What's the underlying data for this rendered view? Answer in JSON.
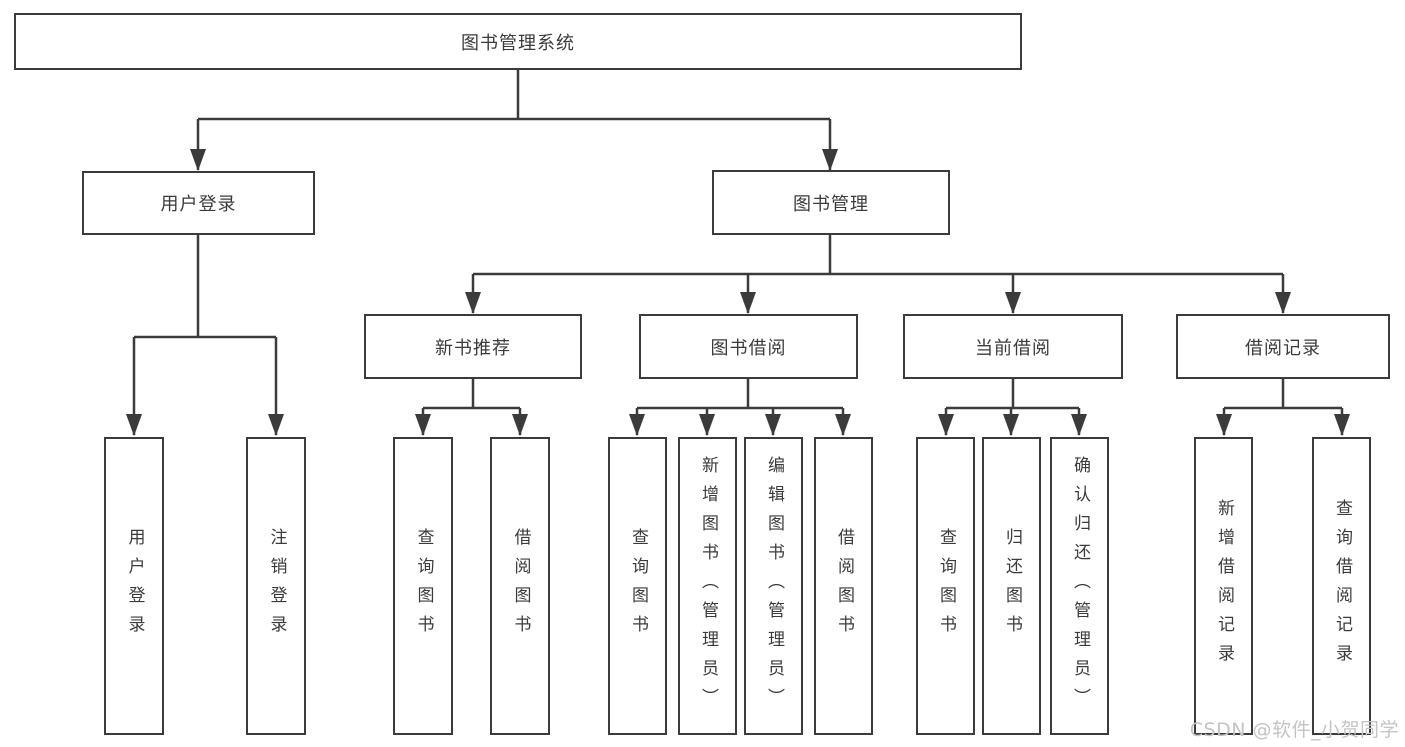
{
  "diagram": {
    "title": "图书管理系统",
    "colors": {
      "line": "#3b3b3b",
      "text": "#3b3b3b",
      "watermark": "#c4c4c4",
      "background": "#ffffff"
    },
    "tree": {
      "label": "图书管理系统",
      "children": [
        {
          "label": "用户登录",
          "children": [
            {
              "label": "用户登录"
            },
            {
              "label": "注销登录"
            }
          ]
        },
        {
          "label": "图书管理",
          "children": [
            {
              "label": "新书推荐",
              "children": [
                {
                  "label": "查询图书"
                },
                {
                  "label": "借阅图书"
                }
              ]
            },
            {
              "label": "图书借阅",
              "children": [
                {
                  "label": "查询图书"
                },
                {
                  "label": "新增图书（管理员）"
                },
                {
                  "label": "编辑图书（管理员）"
                },
                {
                  "label": "借阅图书"
                }
              ]
            },
            {
              "label": "当前借阅",
              "children": [
                {
                  "label": "查询图书"
                },
                {
                  "label": "归还图书"
                },
                {
                  "label": "确认归还（管理员）"
                }
              ]
            },
            {
              "label": "借阅记录",
              "children": [
                {
                  "label": "新增借阅记录"
                },
                {
                  "label": "查询借阅记录"
                }
              ]
            }
          ]
        }
      ]
    },
    "watermark": {
      "text": "CSDN @软件_小贺同学"
    }
  }
}
